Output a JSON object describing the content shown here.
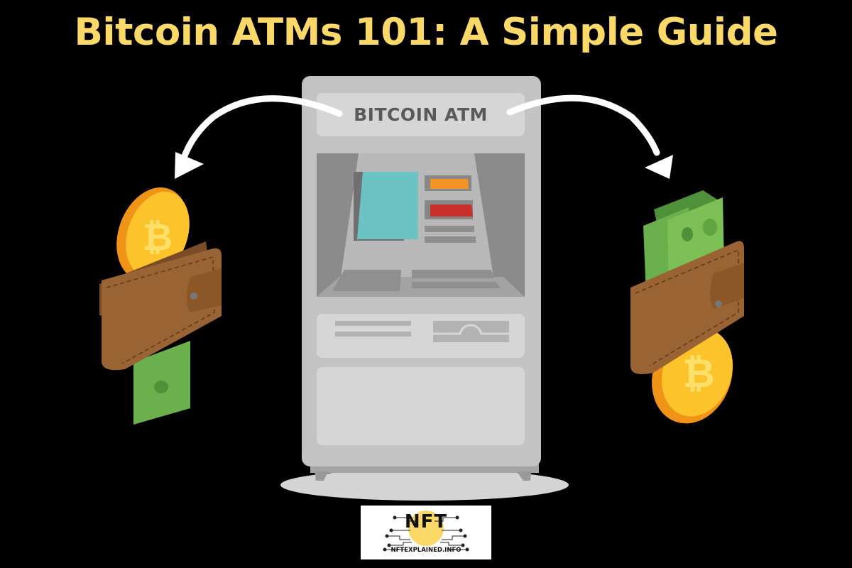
{
  "title": "Bitcoin ATMs 101: A Simple Guide",
  "atm": {
    "label": "BITCOIN ATM"
  },
  "logo": {
    "mark": "NFT",
    "site": "NFTEXPLAINED.INFO"
  },
  "illustration": {
    "left_wallet": "wallet with bitcoin coin on top and cash bill on bottom",
    "right_wallet": "wallet with cash bills on top and bitcoin coin on bottom",
    "arrows": [
      "curved arrow from ATM to left wallet",
      "curved arrow from ATM to right wallet"
    ]
  },
  "colors": {
    "background": "#000000",
    "title": "#fbd968",
    "atm_body": "#c3c3c3",
    "atm_screen": "#6cc3c4",
    "atm_orange": "#f39321",
    "atm_red": "#c9302c",
    "wallet": "#9a6333",
    "coin": "#f7b21c",
    "cash": "#6ab04c"
  }
}
